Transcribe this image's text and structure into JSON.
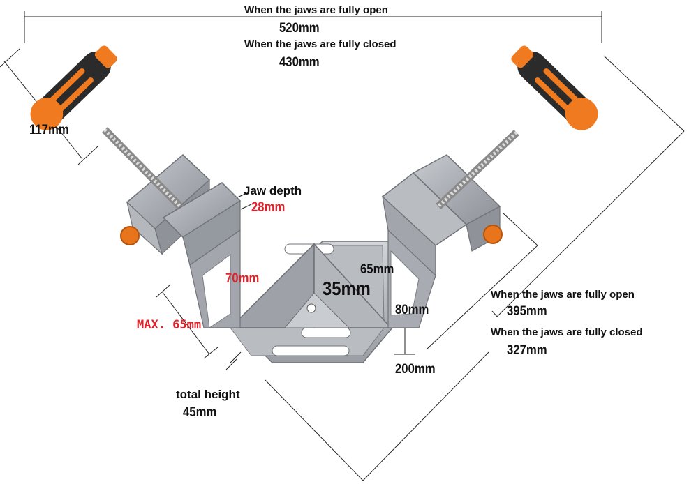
{
  "top_dimension": {
    "open_caption": "When the jaws are fully open",
    "open_value": "520mm",
    "closed_caption": "When the jaws are fully closed",
    "closed_value": "430mm"
  },
  "handle_length": "117mm",
  "jaw_depth": {
    "caption": "Jaw depth",
    "value": "28mm"
  },
  "jaw_width": "70mm",
  "max_opening": "MAX. 65mm",
  "plate_dims": {
    "inner_width": "65mm",
    "center": "35mm",
    "height": "80mm",
    "base": "200mm"
  },
  "right_dimension": {
    "open_caption": "When the jaws are fully open",
    "open_value": "395mm",
    "closed_caption": "When the jaws are fully closed",
    "closed_value": "327mm"
  },
  "total_height": {
    "caption": "total height",
    "value": "45mm"
  },
  "colors": {
    "aluminum": "#a9adb3",
    "handle_orange": "#f07a1f",
    "handle_black": "#2b2b2b",
    "highlight_red": "#e0232b"
  }
}
